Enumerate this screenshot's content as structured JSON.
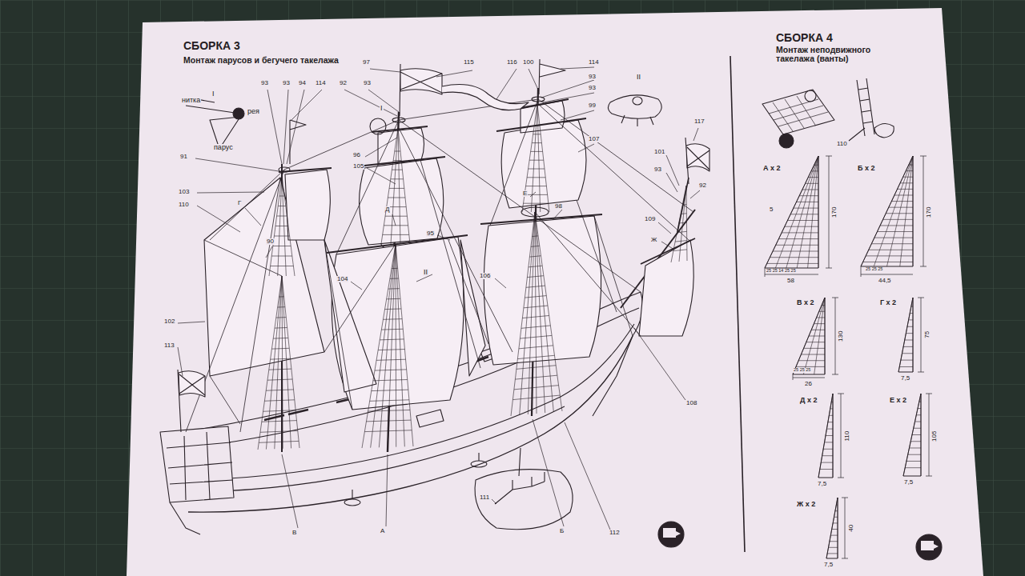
{
  "diagram": {
    "labels": [
      "СБОРКА 3",
      "Монтаж парусов и бегучего такелажа",
      "СБОРКА 4",
      "Монтаж неподвижного такелажа (ванты)",
      "I",
      "нитка",
      "рея",
      "парус",
      "97",
      "115",
      "116",
      "100",
      "114",
      "93",
      "93",
      "94",
      "114",
      "92",
      "93",
      "I",
      "93",
      "93",
      "99",
      "II",
      "107",
      "91",
      "103",
      "110",
      "Г",
      "90",
      "96",
      "105",
      "Д",
      "95",
      "II",
      "104",
      "106",
      "Е",
      "98",
      "117",
      "101",
      "93",
      "92",
      "109",
      "Ж",
      "102",
      "113",
      "108",
      "111",
      "112",
      "В",
      "А",
      "Б",
      "110",
      "А х 2",
      "170",
      "5",
      "58",
      "Б х 2",
      "170",
      "44,5",
      "В х 2",
      "130",
      "26",
      "Г х 2",
      "75",
      "7,5",
      "Д х 2",
      "110",
      "7,5",
      "Е х 2",
      "105",
      "7,5",
      "Ж х 2",
      "40",
      "7,5",
      "25 25 14 25 25",
      "25 25 25",
      "25 25 25"
    ]
  }
}
